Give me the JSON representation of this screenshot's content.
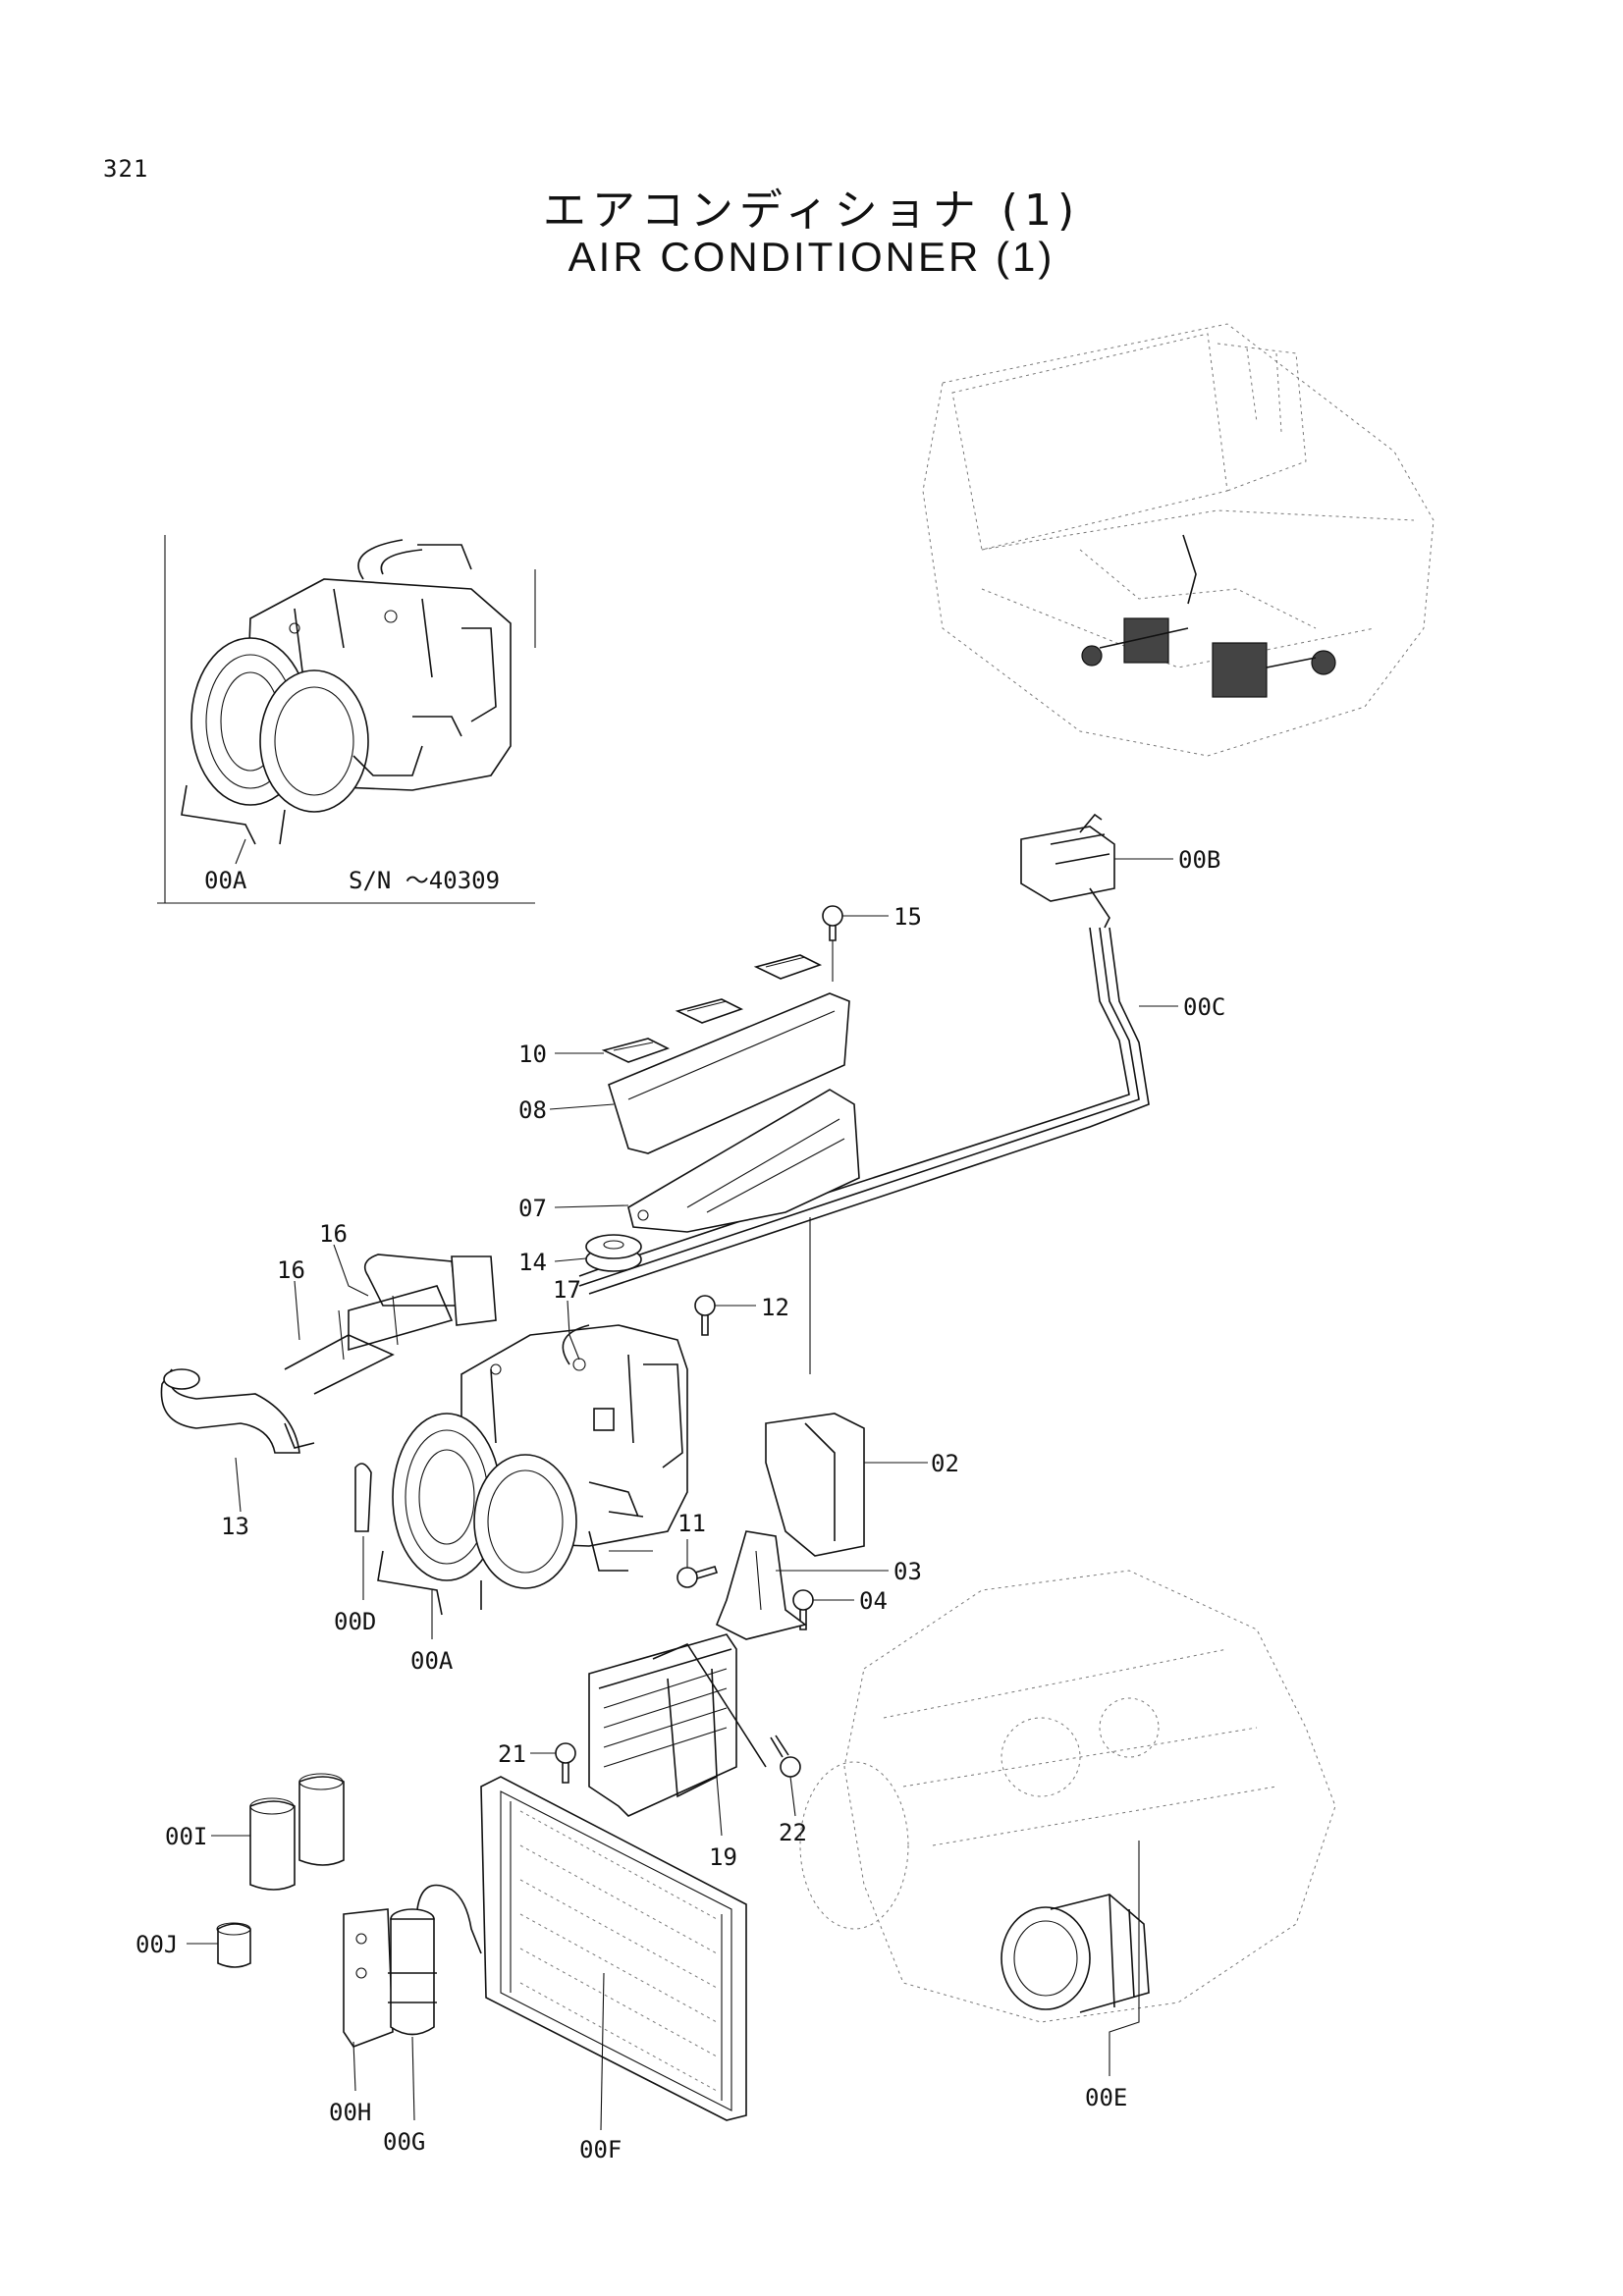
{
  "page_number": "321",
  "title_jp": "エアコンディショナ (1)",
  "title_en": "AIR CONDITIONER (1)",
  "inset": {
    "serial_note": "S/N ～40309",
    "label": "00A"
  },
  "callouts": {
    "c00B": "00B",
    "c00C": "00C",
    "c15": "15",
    "c10": "10",
    "c08": "08",
    "c07": "07",
    "c14": "14",
    "c16a": "16",
    "c16b": "16",
    "c17": "17",
    "c12": "12",
    "c13": "13",
    "c02": "02",
    "c11": "11",
    "c03": "03",
    "c04": "04",
    "c00D": "00D",
    "c00A": "00A",
    "c21": "21",
    "c22": "22",
    "c19": "19",
    "c00I": "00I",
    "c00J": "00J",
    "c00H": "00H",
    "c00G": "00G",
    "c00F": "00F",
    "c00E": "00E"
  }
}
